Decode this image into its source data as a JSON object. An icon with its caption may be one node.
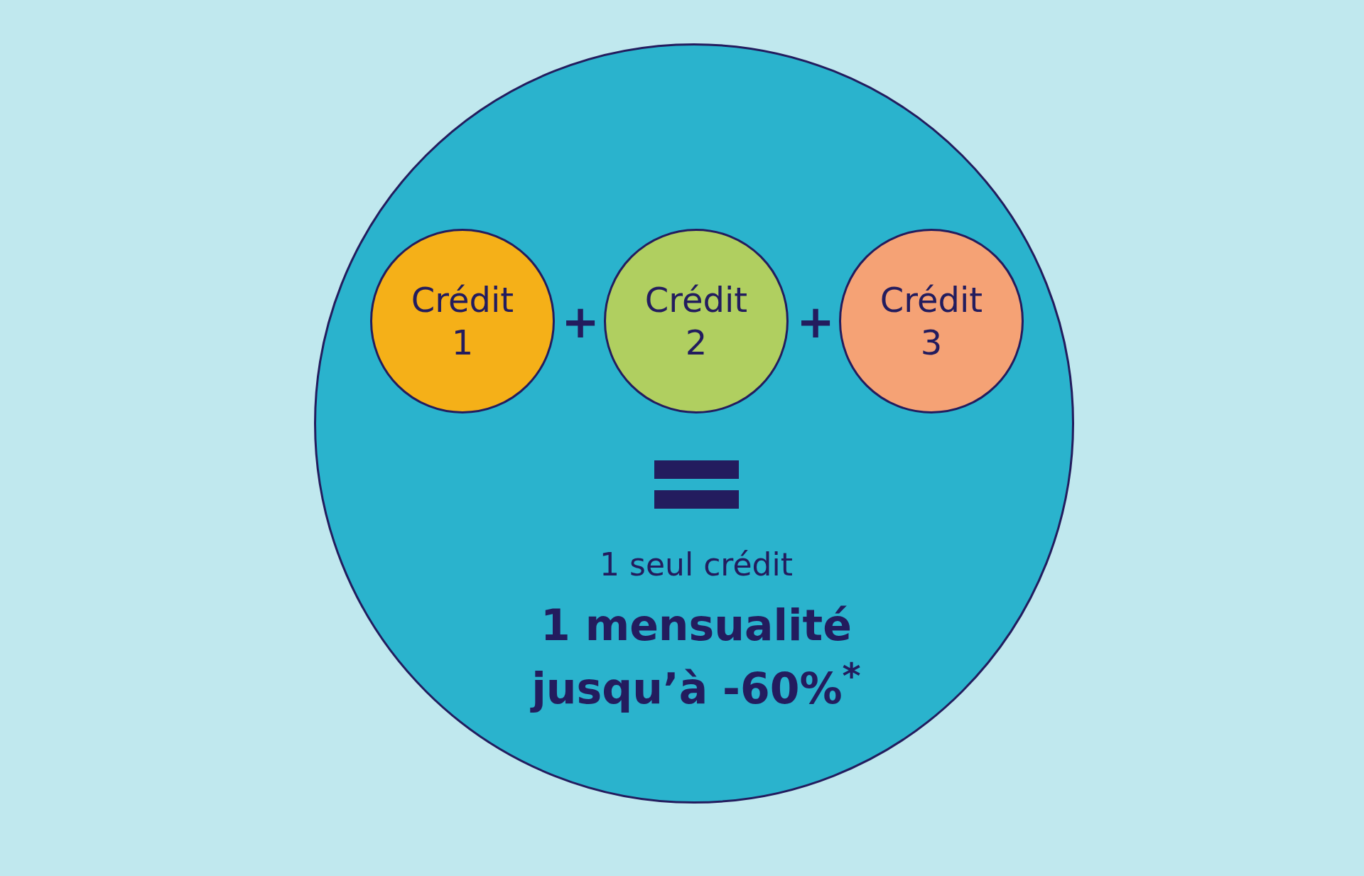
{
  "diagram": {
    "nodes": [
      {
        "text": [
          "1 seul crédit",
          "1 mensualité jusqu’à -60%$^{*}$"
        ]
      },
      {
        "text": [
          "Crédit 1"
        ],
        "in": 0
      },
      {
        "text": [
          "Crédit 2"
        ],
        "in": 0
      },
      {
        "text": [
          "Crédit 3"
        ],
        "in": 0
      }
    ],
    "labels": [
      "+",
      "+"
    ]
  }
}
